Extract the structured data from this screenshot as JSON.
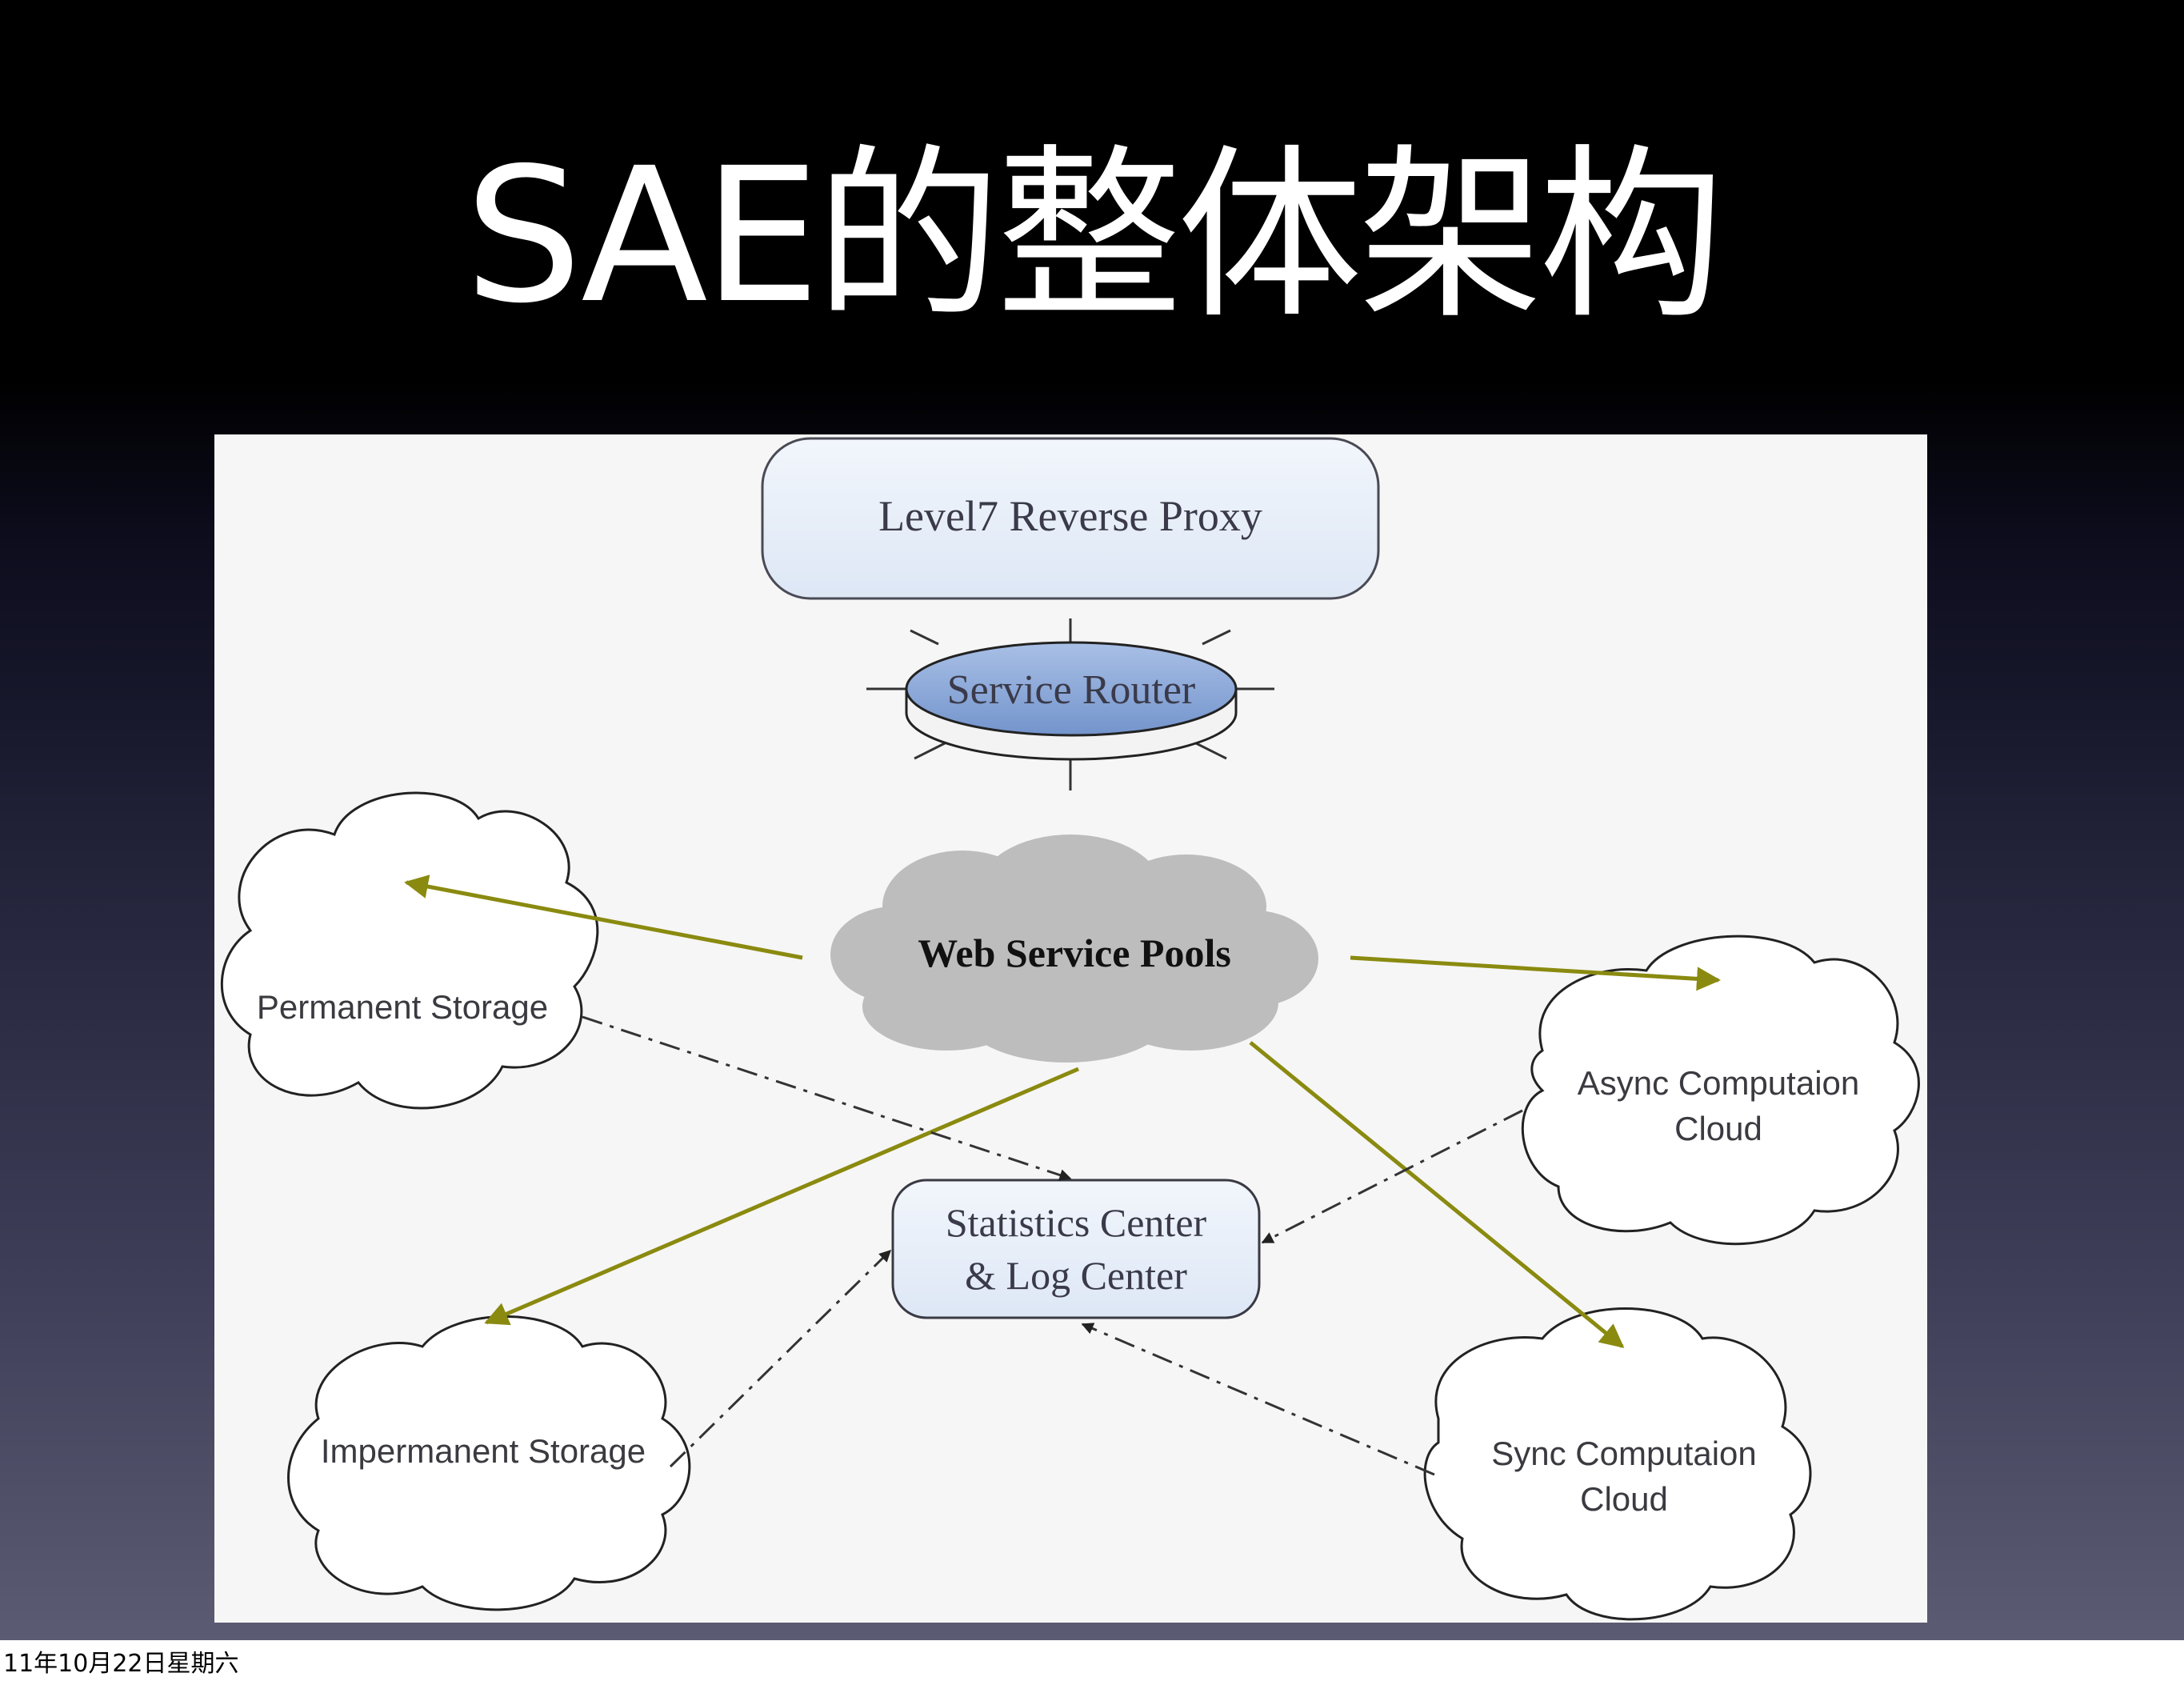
{
  "slide": {
    "title": "SAE的整体架构",
    "footer_date": "11年10月22日星期六"
  },
  "diagram": {
    "nodes": {
      "reverse_proxy": "Level7 Reverse Proxy",
      "service_router": "Service Router",
      "web_service_pools": "Web Service Pools",
      "permanent_storage": "Permanent Storage",
      "async_cloud_line1": "Async Computaion",
      "async_cloud_line2": "Cloud",
      "stats_line1": "Statistics Center",
      "stats_line2": "& Log Center",
      "impermanent_storage": "Impermanent Storage",
      "sync_cloud_line1": "Sync Computaion",
      "sync_cloud_line2": "Cloud"
    },
    "colors": {
      "solid_arrow": "#8a8a10",
      "box_fill": "#e6eef8",
      "router_fill": "#8aa8d8",
      "pool_fill": "#bdbdbd"
    }
  }
}
